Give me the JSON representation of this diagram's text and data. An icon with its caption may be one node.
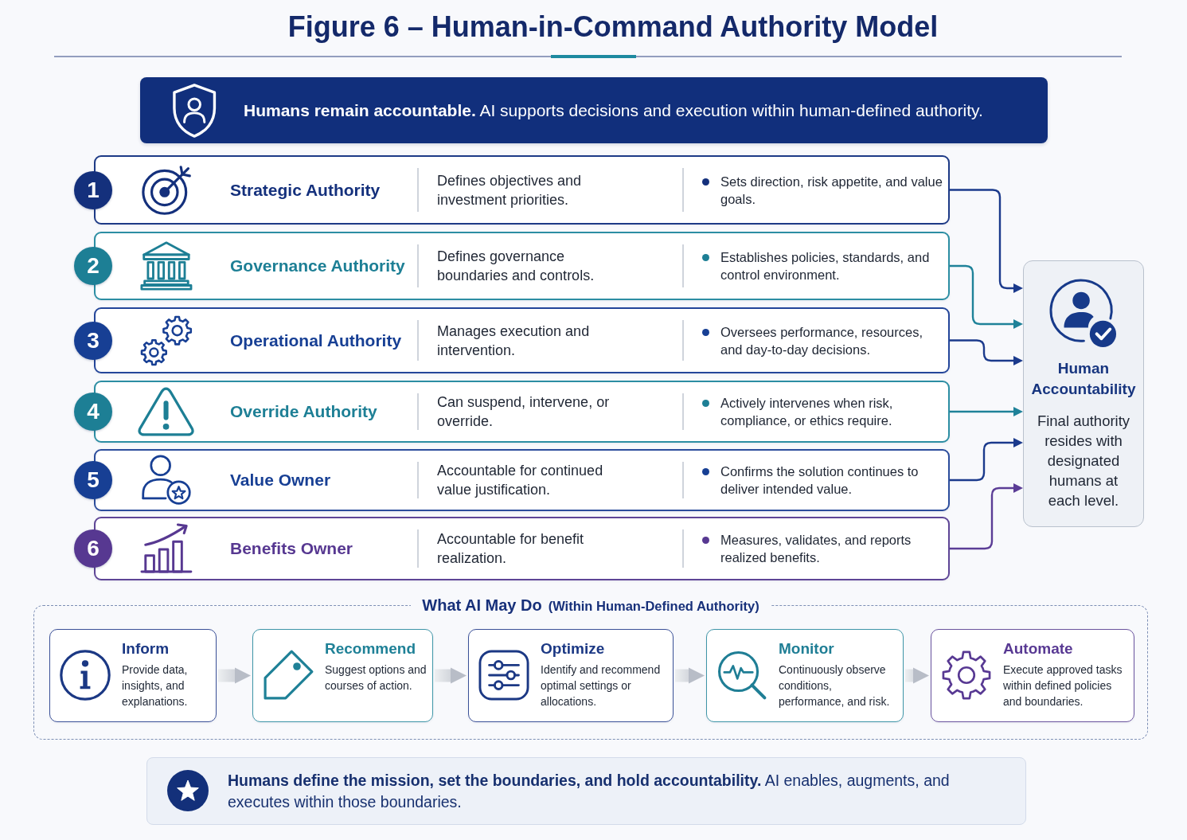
{
  "diagram": {
    "title": "Figure 6 – Human-in-Command Authority Model",
    "nodes": [
      {
        "text": [
          "**Humans remain accountable.** AI supports decisions and execution within human-defined authority."
        ]
      },
      {
        "text": [
          "Strategic Authority",
          "Defines objectives and investment priorities.",
          "Sets direction, risk appetite, and value goals."
        ],
        "beside": [
          "1"
        ]
      },
      {
        "text": [
          "Governance Authority",
          "Defines governance boundaries and controls.",
          "Establishes policies, standards, and control environment."
        ],
        "beside": [
          "2"
        ]
      },
      {
        "text": [
          "Operational Authority",
          "Manages execution and intervention.",
          "Oversees performance, resources, and day-to-day decisions."
        ],
        "beside": [
          "3"
        ]
      },
      {
        "text": [
          "Override Authority",
          "Can suspend, intervene, or override.",
          "Actively intervenes when risk, compliance, or ethics require."
        ],
        "beside": [
          "4"
        ]
      },
      {
        "text": [
          "Value Owner",
          "Accountable for continued value justification.",
          "Confirms the solution continues to deliver intended value."
        ],
        "beside": [
          "5"
        ]
      },
      {
        "text": [
          "Benefits Owner",
          "Accountable for benefit realization.",
          "Measures, validates, and reports realized benefits."
        ],
        "beside": [
          "6"
        ]
      },
      {
        "text": [
          "Human Accountability",
          "Final authority resides with designated humans at each level."
        ]
      },
      {
        "text": [
          "What AI May Do",
          "(Within Human-Defined Authority)"
        ]
      },
      {
        "text": [
          "Inform",
          "Provide data, insights, and explanations."
        ],
        "in": 8
      },
      {
        "text": [
          "Recommend",
          "Suggest options and courses of action."
        ],
        "in": 8
      },
      {
        "text": [
          "Optimize",
          "Identify and recommend optimal settings or allocations."
        ],
        "in": 8
      },
      {
        "text": [
          "Monitor",
          "Continuously observe conditions, performance, and risk."
        ],
        "in": 8
      },
      {
        "text": [
          "Automate",
          "Execute approved tasks within defined policies and boundaries."
        ],
        "in": 8
      },
      {
        "text": [
          "**Humans define the mission, set the boundaries, and hold accountability.** AI enables, augments, and executes within those boundaries."
        ]
      }
    ],
    "edges": [
      {
        "from": 1,
        "to": 7,
        "arrow": "to"
      },
      {
        "from": 2,
        "to": 7,
        "arrow": "to",
        "color": "#1f8299"
      },
      {
        "from": 3,
        "to": 7,
        "arrow": "to"
      },
      {
        "from": 4,
        "to": 7,
        "arrow": "to",
        "color": "#1f8299"
      },
      {
        "from": 5,
        "to": 7,
        "arrow": "to"
      },
      {
        "from": 6,
        "to": 7,
        "arrow": "to",
        "color": "#5b3d96"
      },
      {
        "from": 9,
        "to": 10,
        "arrow": "to",
        "style": "thick",
        "color": "#b8bdc7"
      },
      {
        "from": 10,
        "to": 11,
        "arrow": "to",
        "style": "thick",
        "color": "#b8bdc7"
      },
      {
        "from": 11,
        "to": 12,
        "arrow": "to",
        "style": "thick",
        "color": "#b8bdc7"
      },
      {
        "from": 12,
        "to": 13,
        "arrow": "to",
        "style": "thick",
        "color": "#b8bdc7"
      }
    ]
  }
}
